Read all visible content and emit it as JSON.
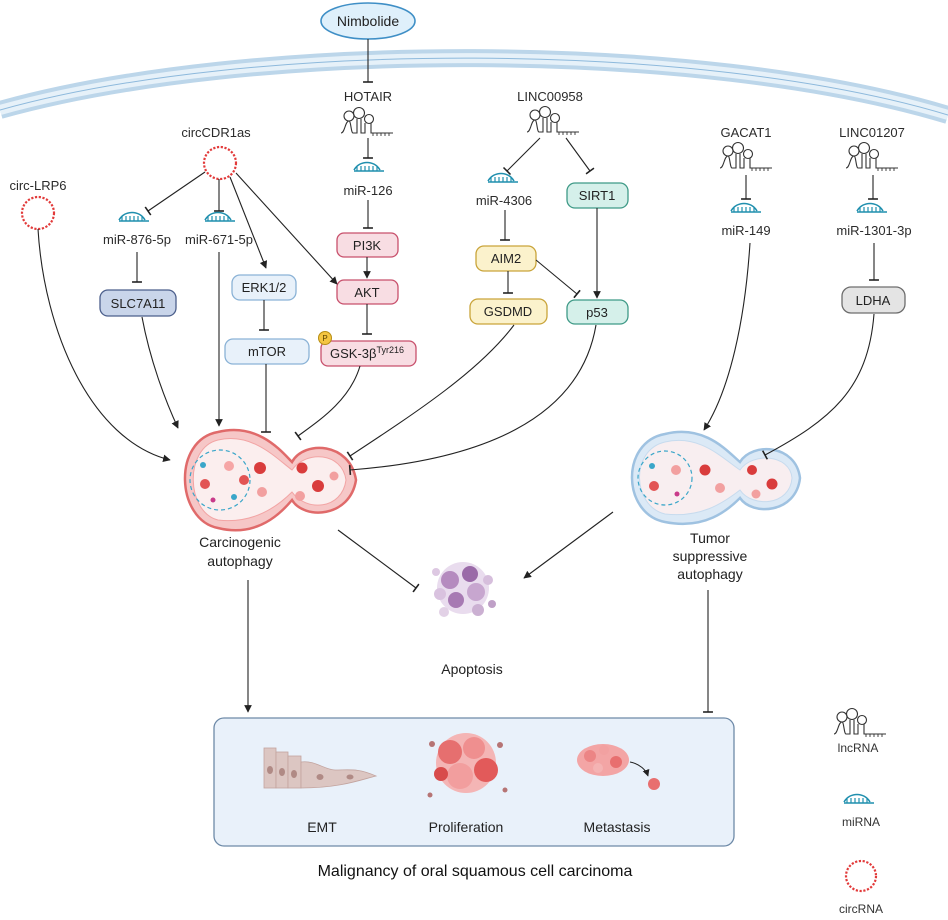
{
  "top_compound": "Nimbolide",
  "lncrnas": {
    "hotair": "HOTAIR",
    "linc00958": "LINC00958",
    "gacat1": "GACAT1",
    "linc01207": "LINC01207"
  },
  "circrnas": {
    "circ_lrp6": "circ-LRP6",
    "circcdr1as": "circCDR1as"
  },
  "mirnas": {
    "mir_876": "miR-876-5p",
    "mir_671": "miR-671-5p",
    "mir_126": "miR-126",
    "mir_4306": "miR-4306",
    "mir_149": "miR-149",
    "mir_1301": "miR-1301-3p"
  },
  "proteins": {
    "slc7a11": "SLC7A11",
    "erk": "ERK1/2",
    "mtor": "mTOR",
    "pi3k": "PI3K",
    "akt": "AKT",
    "gsk_base": "GSK-3β",
    "gsk_sup": "Tyr216",
    "phospho": "P",
    "aim2": "AIM2",
    "gsdmd": "GSDMD",
    "sirt1": "SIRT1",
    "p53": "p53",
    "ldha": "LDHA"
  },
  "outcomes": {
    "carcinogenic_1": "Carcinogenic",
    "carcinogenic_2": "autophagy",
    "suppressive_1": "Tumor",
    "suppressive_2": "suppressive",
    "suppressive_3": "autophagy",
    "apoptosis": "Apoptosis"
  },
  "malignancy_panel": {
    "items": [
      "EMT",
      "Proliferation",
      "Metastasis"
    ],
    "caption": "Malignancy of oral squamous cell carcinoma"
  },
  "legend": {
    "lncrna": "lncRNA",
    "mirna": "miRNA",
    "circrna": "circRNA"
  },
  "colors": {
    "membrane": "#a9cbe4",
    "nimbolide_fill": "#dff0fb",
    "nimbolide_stroke": "#3f8fc6",
    "mirna": "#1f8fae",
    "circrna": "#e23a3a",
    "pink_box": "#f8dde3",
    "pink_stroke": "#c8506c",
    "blue_box": "#e8f1fa",
    "blue_stroke": "#8ab2d6",
    "yellow_box": "#fbf2cc",
    "yellow_stroke": "#c9a43a",
    "teal_box": "#d5f0ea",
    "teal_stroke": "#3f9a87",
    "slc_box": "#c9d5ea",
    "slc_stroke": "#4c5f8c",
    "gray_box": "#e4e4e4",
    "gray_stroke": "#6d6d6d"
  }
}
